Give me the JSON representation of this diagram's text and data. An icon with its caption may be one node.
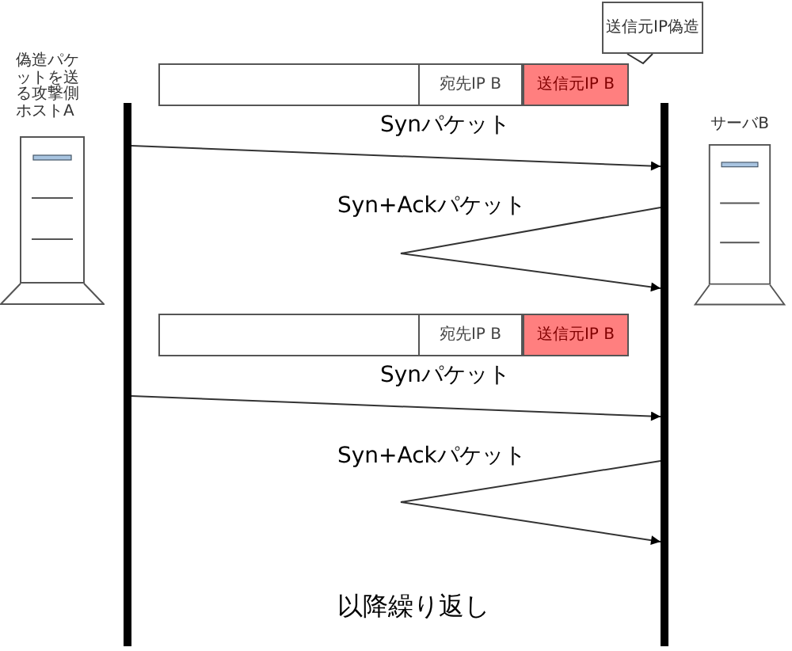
{
  "diagram": {
    "nodes": [
      {
        "text": [
          "偽造パケットを送る攻撃側ホストA"
        ]
      },
      {
        "text": [],
        "shape": "bar"
      },
      {
        "text": [],
        "shape": "box"
      },
      {
        "text": [
          "宛先IP B"
        ],
        "in": 2
      },
      {
        "text": [
          "送信元IP B"
        ],
        "in": 2
      },
      {
        "text": [
          "送信元IP偽造"
        ]
      },
      {
        "text": [],
        "shape": "bar"
      },
      {
        "text": [
          "サーバB"
        ]
      },
      {
        "text": [],
        "shape": "box"
      },
      {
        "text": [
          "宛先IP B"
        ],
        "in": 8
      },
      {
        "text": [
          "送信元IP B"
        ],
        "in": 8
      }
    ],
    "edges": [
      {
        "from": 5,
        "to": 4,
        "arrow": "none"
      },
      {
        "from": 1,
        "to": 6,
        "arrow": "to",
        "label": "Synパケット"
      },
      {
        "from": 6,
        "to": 6,
        "arrow": "to",
        "label": "Syn+Ackパケット"
      },
      {
        "from": 1,
        "to": 6,
        "arrow": "to",
        "label": "Synパケット"
      },
      {
        "from": 6,
        "to": 6,
        "arrow": "to",
        "label": "Syn+Ackパケット"
      }
    ],
    "labels": [
      "以降繰り返し"
    ]
  }
}
